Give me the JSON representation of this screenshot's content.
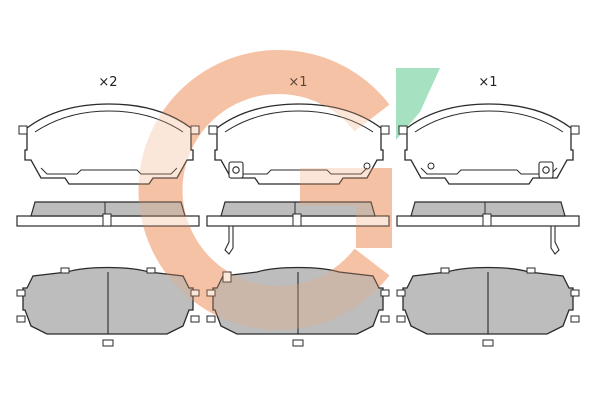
{
  "quantities": {
    "column1": "×2",
    "column2": "×1",
    "column3": "×1"
  },
  "colors": {
    "outline": "#2a2a2a",
    "pad_fill": "#bdbdbd",
    "pad_fill_light": "#d2d2d2",
    "plate_fill": "#ffffff",
    "watermark_orange": "#f2a57a",
    "watermark_green": "#5fc98f"
  }
}
